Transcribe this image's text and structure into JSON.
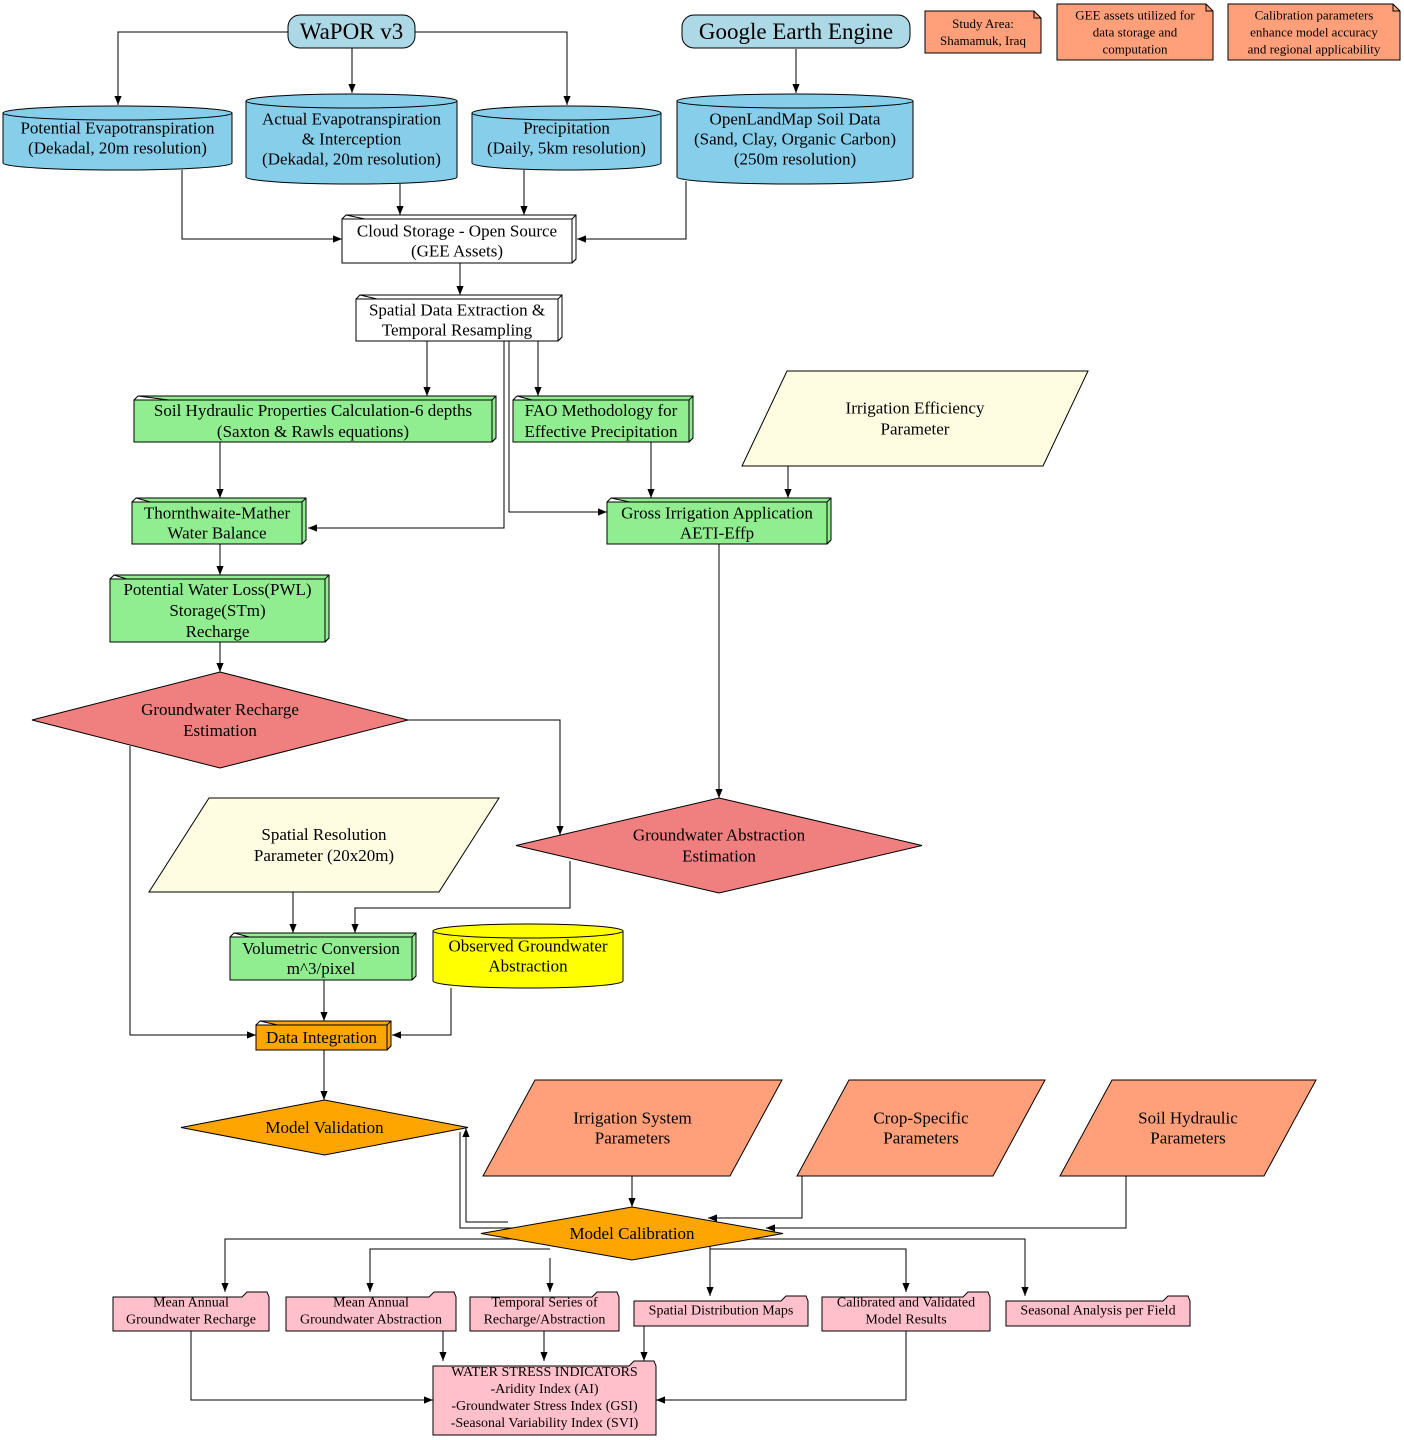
{
  "colors": {
    "source": "#add8e6",
    "data_store": "#87ceeb",
    "process": "#90ee90",
    "parameter": "#fffde1",
    "decision": "#f08080",
    "calibration": "#ffa500",
    "note": "#ffa07a",
    "output": "#ffc0cb",
    "observed": "#ffff00",
    "storage_box": "#ffffff"
  },
  "nodes": {
    "wapor": [
      "WaPOR v3"
    ],
    "gee": [
      "Google Earth Engine"
    ],
    "note_study": [
      "Study Area:",
      "Shamamuk, Iraq"
    ],
    "note_gee": [
      "GEE assets utilized for",
      "data storage and",
      "computation"
    ],
    "note_calib": [
      "Calibration parameters",
      "enhance model accuracy",
      "and regional applicability"
    ],
    "pet": [
      "Potential Evapotranspiration",
      "(Dekadal, 20m resolution)"
    ],
    "aeti": [
      "Actual Evapotranspiration",
      "& Interception",
      "(Dekadal, 20m resolution)"
    ],
    "precip": [
      "Precipitation",
      "(Daily, 5km resolution)"
    ],
    "soil_data": [
      "OpenLandMap Soil Data",
      "(Sand, Clay, Organic Carbon)",
      "(250m resolution)"
    ],
    "cloud": [
      "Cloud Storage - Open Source",
      "(GEE Assets)"
    ],
    "extract": [
      "Spatial Data Extraction &",
      "Temporal Resampling"
    ],
    "soil_hyd": [
      "Soil Hydraulic Properties Calculation-6 depths",
      "(Saxton & Rawls equations)"
    ],
    "fao": [
      "FAO Methodology for",
      "Effective Precipitation"
    ],
    "irr_eff": [
      "Irrigation Efficiency",
      "Parameter"
    ],
    "thorn": [
      "Thornthwaite-Mather",
      "Water Balance"
    ],
    "gross": [
      "Gross Irrigation Application",
      "AETI-Effp"
    ],
    "pwl": [
      "Potential Water Loss(PWL)",
      "Storage(STm)",
      "Recharge"
    ],
    "gw_recharge": [
      "Groundwater Recharge",
      "Estimation"
    ],
    "spatial_res": [
      "Spatial Resolution",
      "Parameter (20x20m)"
    ],
    "gw_abstraction": [
      "Groundwater Abstraction",
      "Estimation"
    ],
    "volumetric": [
      "Volumetric Conversion",
      "m^3/pixel"
    ],
    "observed": [
      "Observed Groundwater",
      "Abstraction"
    ],
    "integration": [
      "Data Integration"
    ],
    "validation": [
      "Model Validation"
    ],
    "irr_sys": [
      "Irrigation System",
      "Parameters"
    ],
    "crop": [
      "Crop-Specific",
      "Parameters"
    ],
    "soil_params": [
      "Soil Hydraulic",
      "Parameters"
    ],
    "calibration": [
      "Model Calibration"
    ],
    "out_recharge": [
      "Mean Annual",
      "Groundwater Recharge"
    ],
    "out_abstraction": [
      "Mean Annual",
      "Groundwater Abstraction"
    ],
    "out_temporal": [
      "Temporal Series of",
      "Recharge/Abstraction"
    ],
    "out_spatial": [
      "Spatial Distribution Maps"
    ],
    "out_calibrated": [
      "Calibrated and Validated",
      "Model Results"
    ],
    "out_seasonal": [
      "Seasonal Analysis per Field"
    ],
    "stress": [
      "WATER STRESS INDICATORS",
      "-Aridity Index (AI)",
      "-Groundwater Stress Index (GSI)",
      "-Seasonal Variability Index (SVI)"
    ]
  }
}
